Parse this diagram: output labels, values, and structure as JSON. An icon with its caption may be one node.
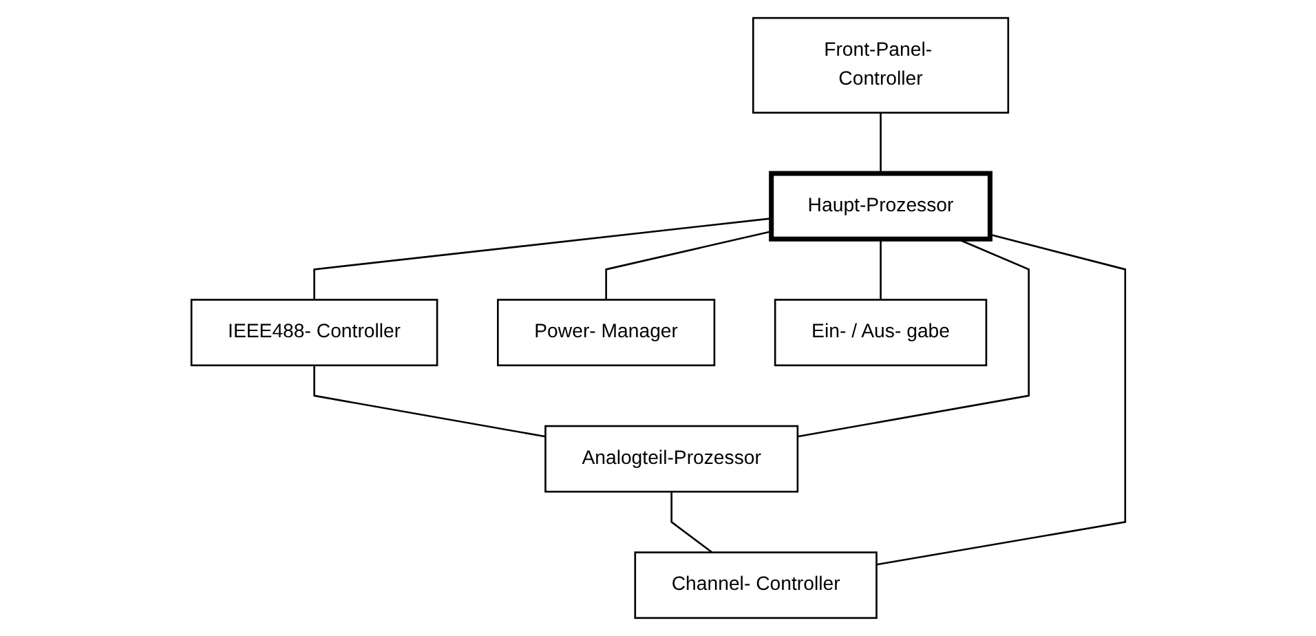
{
  "diagram": {
    "nodes": [
      {
        "text": [
          "Front-Panel- Controller"
        ]
      },
      {
        "text": [
          "IEEE488- Controller"
        ]
      },
      {
        "text": [
          "Haupt-Prozessor"
        ]
      },
      {
        "text": [
          "Analogteil-Prozessor"
        ]
      },
      {
        "text": [
          "Power- Manager"
        ]
      },
      {
        "text": [
          "Ein- / Aus- gabe"
        ]
      },
      {
        "text": [
          "Channel- Controller"
        ]
      }
    ],
    "edges": [
      {
        "from": 0,
        "to": 2,
        "arrow": "none"
      },
      {
        "from": 2,
        "to": 1,
        "arrow": "none"
      },
      {
        "from": 1,
        "to": 3,
        "arrow": "none"
      },
      {
        "from": 2,
        "to": 3,
        "arrow": "none"
      },
      {
        "from": 3,
        "to": 6,
        "arrow": "none"
      },
      {
        "from": 2,
        "to": 4,
        "arrow": "none"
      },
      {
        "from": 2,
        "to": 5,
        "arrow": "none"
      },
      {
        "from": 2,
        "to": 6,
        "arrow": "none"
      }
    ]
  }
}
